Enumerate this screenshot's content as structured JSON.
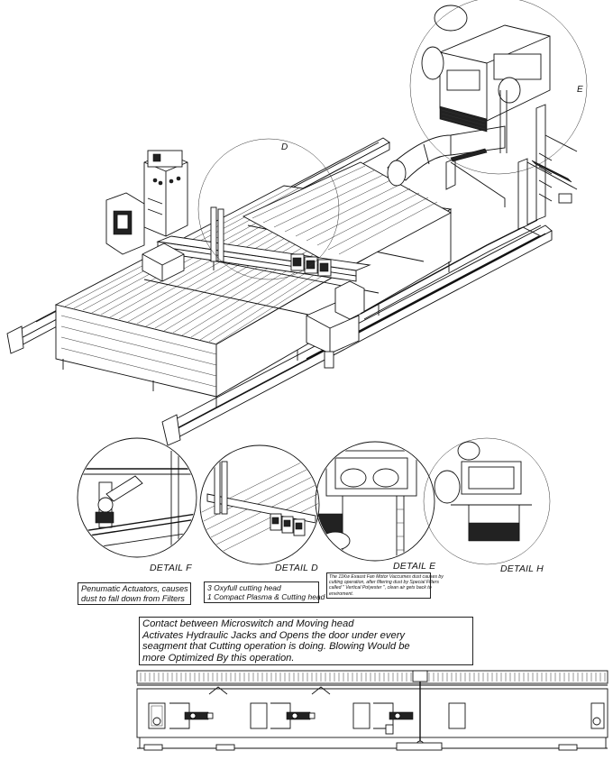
{
  "callouts": {
    "d": "D",
    "e": "E"
  },
  "details": {
    "f": {
      "caption": "DETAIL F"
    },
    "d": {
      "caption": "DETAIL D"
    },
    "e": {
      "caption": "DETAIL E"
    },
    "h": {
      "caption": "DETAIL H"
    }
  },
  "notes": {
    "f": {
      "lines": [
        "Penumatic Actuators, causes",
        "dust to fall down from Filters"
      ]
    },
    "d": {
      "lines": [
        "3 Oxyfull cutting head",
        "1 Compact  Plasma & Cutting head"
      ]
    },
    "e": {
      "lines": [
        "The 11Kw Exaust Fan Motor Vaccumes dust causes by",
        "cutting operation, after filtering dust by Special Filters",
        "called \" Vertical Polyester \", clean air gets back to",
        "enviroment."
      ]
    },
    "main": {
      "lines": [
        "Contact between Microswitch and Moving head",
        "Activates Hydraulic Jacks and Opens the door under every",
        " seagment that Cutting operation is doing. Blowing Would be",
        "more Optimized By this operation."
      ]
    }
  }
}
